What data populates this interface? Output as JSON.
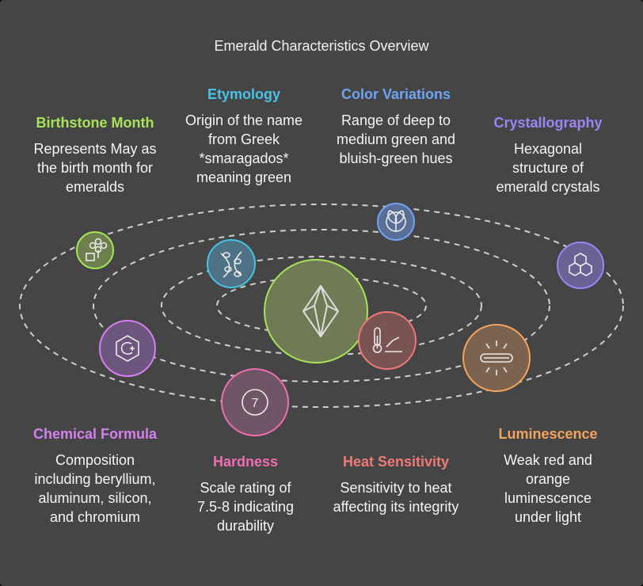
{
  "title": "Emerald Characteristics Overview",
  "colors": {
    "background": "#454545",
    "orbit": "#cfcfcf",
    "birthstone": "#a6e35a",
    "etymology": "#48c3e6",
    "color_variations": "#6ea4f2",
    "crystallography": "#9b84f4",
    "chemical_formula": "#d67ff0",
    "hardness": "#ee6fb0",
    "heat_sensitivity": "#f07878",
    "luminescence": "#f5a35c"
  },
  "cards": {
    "birthstone": {
      "heading": "Birthstone Month",
      "description": "Represents May as the birth month for emeralds"
    },
    "etymology": {
      "heading": "Etymology",
      "description": "Origin of the name from Greek *smaragados* meaning green"
    },
    "color_variations": {
      "heading": "Color Variations",
      "description": "Range of deep to medium green and bluish-green hues"
    },
    "crystallography": {
      "heading": "Crystallography",
      "description": "Hexagonal structure of emerald crystals"
    },
    "chemical_formula": {
      "heading": "Chemical Formula",
      "description": "Composition including beryllium, aluminum, silicon, and chromium"
    },
    "hardness": {
      "heading": "Hardness",
      "description": "Scale rating of 7.5-8 indicating durability"
    },
    "heat_sensitivity": {
      "heading": "Heat Sensitivity",
      "description": "Sensitivity to heat affecting its integrity"
    },
    "luminescence": {
      "heading": "Luminescence",
      "description": "Weak red and orange luminescence under light"
    }
  },
  "icons": {
    "center": "gem-icon",
    "birthstone": "clover-calendar-icon",
    "etymology": "vine-leaves-icon",
    "color_variations": "leaf-icon",
    "crystallography": "hexagon-cluster-icon",
    "chemical_formula": "chemical-element-icon",
    "hardness": "number-seven-icon",
    "heat_sensitivity": "thermometer-icon",
    "luminescence": "glowing-tube-icon"
  },
  "hardness_badge": "7"
}
